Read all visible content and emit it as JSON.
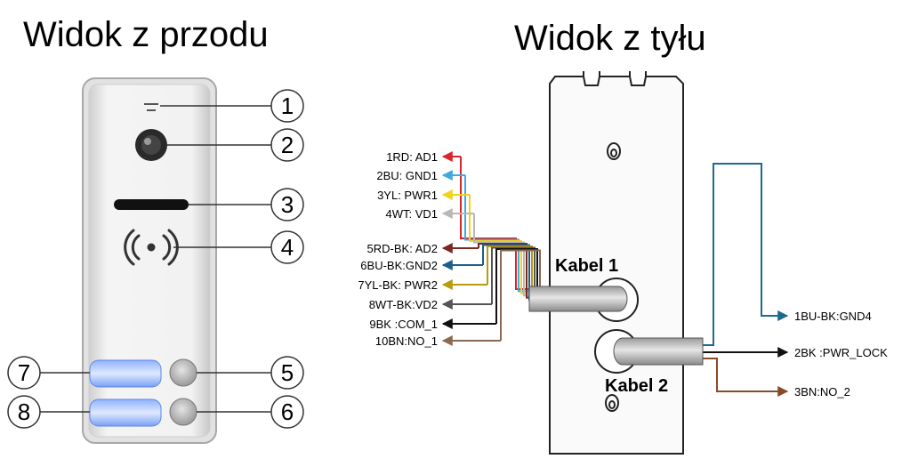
{
  "front_view": {
    "title": "Widok z przodu",
    "callouts": [
      "1",
      "2",
      "3",
      "4",
      "5",
      "6",
      "7",
      "8"
    ]
  },
  "back_view": {
    "title": "Widok z tyłu",
    "cable1": {
      "label": "Kabel 1",
      "wires": [
        {
          "label": "1RD: AD1",
          "color": "#d9262c"
        },
        {
          "label": "2BU: GND1",
          "color": "#3fa9e0"
        },
        {
          "label": "3YL: PWR1",
          "color": "#f2d21f"
        },
        {
          "label": "4WT: VD1",
          "color": "#b8b8b8"
        },
        {
          "label": "5RD-BK: AD2",
          "color": "#7a2a20"
        },
        {
          "label": "6BU-BK:GND2",
          "color": "#1d5e8f"
        },
        {
          "label": "7YL-BK: PWR2",
          "color": "#b89b10"
        },
        {
          "label": "8WT-BK:VD2",
          "color": "#555555"
        },
        {
          "label": "9BK :COM_1",
          "color": "#111111"
        },
        {
          "label": "10BN:NO_1",
          "color": "#8a6a52"
        }
      ]
    },
    "cable2": {
      "label": "Kabel 2",
      "wires": [
        {
          "label": "1BU-BK:GND4",
          "color": "#1d6a8f"
        },
        {
          "label": "2BK :PWR_LOCK",
          "color": "#111111"
        },
        {
          "label": "3BN:NO_2",
          "color": "#8a4a2a"
        }
      ]
    }
  }
}
